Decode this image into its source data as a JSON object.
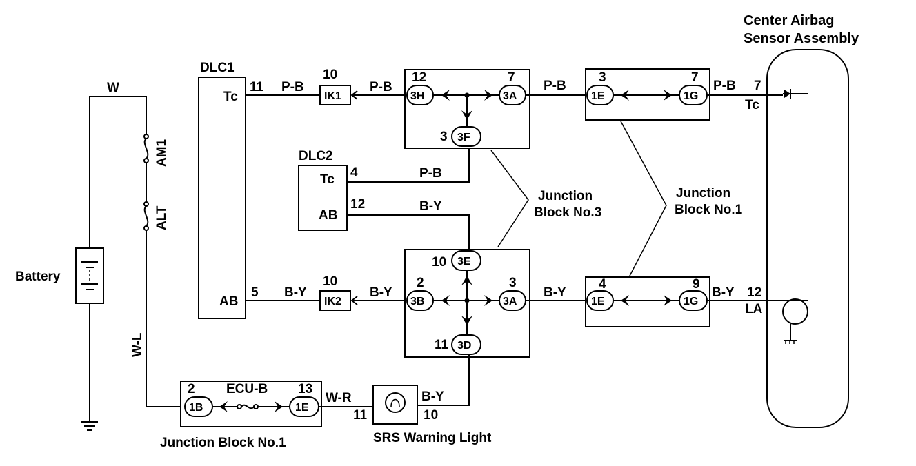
{
  "airbag_sensor": {
    "line1": "Center Airbag",
    "line2": "Sensor Assembly",
    "pin_tc": "7",
    "label_tc": "Tc",
    "pin_la": "12",
    "label_la": "LA"
  },
  "battery": {
    "label": "Battery"
  },
  "fuses": {
    "am1": "AM1",
    "alt": "ALT"
  },
  "wires": {
    "w": "W",
    "wl": "W-L",
    "pb": "P-B",
    "by": "B-Y",
    "wr": "W-R"
  },
  "dlc1": {
    "title": "DLC1",
    "tc": "Tc",
    "tc_pin": "11",
    "ab": "AB",
    "ab_pin": "5"
  },
  "dlc2": {
    "title": "DLC2",
    "tc": "Tc",
    "tc_pin": "4",
    "ab": "AB",
    "ab_pin": "12"
  },
  "connectors": {
    "ik1": {
      "label": "IK1",
      "pin": "10"
    },
    "ik2": {
      "label": "IK2",
      "pin": "10"
    }
  },
  "jb3": {
    "label1": "Junction",
    "label2": "Block No.3",
    "top": {
      "c3h": "3H",
      "c3h_pin": "12",
      "c3a": "3A",
      "c3a_pin": "7",
      "c3f": "3F",
      "c3f_pin": "3"
    },
    "bottom": {
      "c3e": "3E",
      "c3e_pin": "10",
      "c3b": "3B",
      "c3b_pin": "2",
      "c3a": "3A",
      "c3a_pin": "3",
      "c3d": "3D",
      "c3d_pin": "11"
    }
  },
  "jb1": {
    "label1": "Junction",
    "label2": "Block No.1",
    "top": {
      "c1e": "1E",
      "c1e_pin": "3",
      "c1g": "1G",
      "c1g_pin": "7"
    },
    "bottom": {
      "c1e": "1E",
      "c1e_pin": "4",
      "c1g": "1G",
      "c1g_pin": "9"
    }
  },
  "jb1_lower": {
    "label": "Junction Block No.1",
    "c1b": "1B",
    "c1b_pin": "2",
    "fuse": "ECU-B",
    "c1e": "1E",
    "c1e_pin": "13"
  },
  "srs_light": {
    "label": "SRS Warning Light",
    "pin_in": "11",
    "pin_out": "10"
  }
}
